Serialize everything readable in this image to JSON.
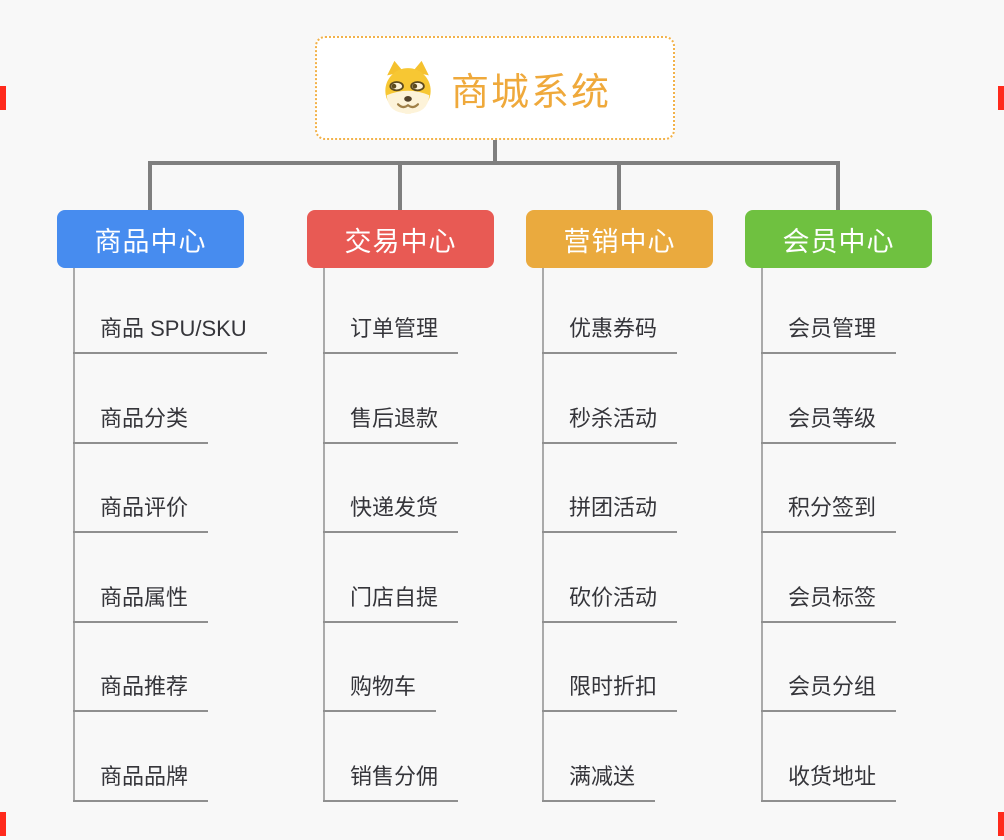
{
  "root": {
    "title": "商城系统",
    "icon": "doge-icon",
    "border_color": "#f2b24a",
    "title_color": "#efa93b"
  },
  "branches": [
    {
      "label": "商品中心",
      "color": "#478cef",
      "children": [
        "商品 SPU/SKU",
        "商品分类",
        "商品评价",
        "商品属性",
        "商品推荐",
        "商品品牌"
      ]
    },
    {
      "label": "交易中心",
      "color": "#e85a54",
      "children": [
        "订单管理",
        "售后退款",
        "快递发货",
        "门店自提",
        "购物车",
        "销售分佣"
      ]
    },
    {
      "label": "营销中心",
      "color": "#eaaa3e",
      "children": [
        "优惠券码",
        "秒杀活动",
        "拼团活动",
        "砍价活动",
        "限时折扣",
        "满减送"
      ]
    },
    {
      "label": "会员中心",
      "color": "#6fc140",
      "children": [
        "会员管理",
        "会员等级",
        "积分签到",
        "会员标签",
        "会员分组",
        "收货地址"
      ]
    }
  ],
  "connector_color": "#7f7f7f",
  "artifacts": {
    "corner_mark_color": "#ff2a1c"
  }
}
